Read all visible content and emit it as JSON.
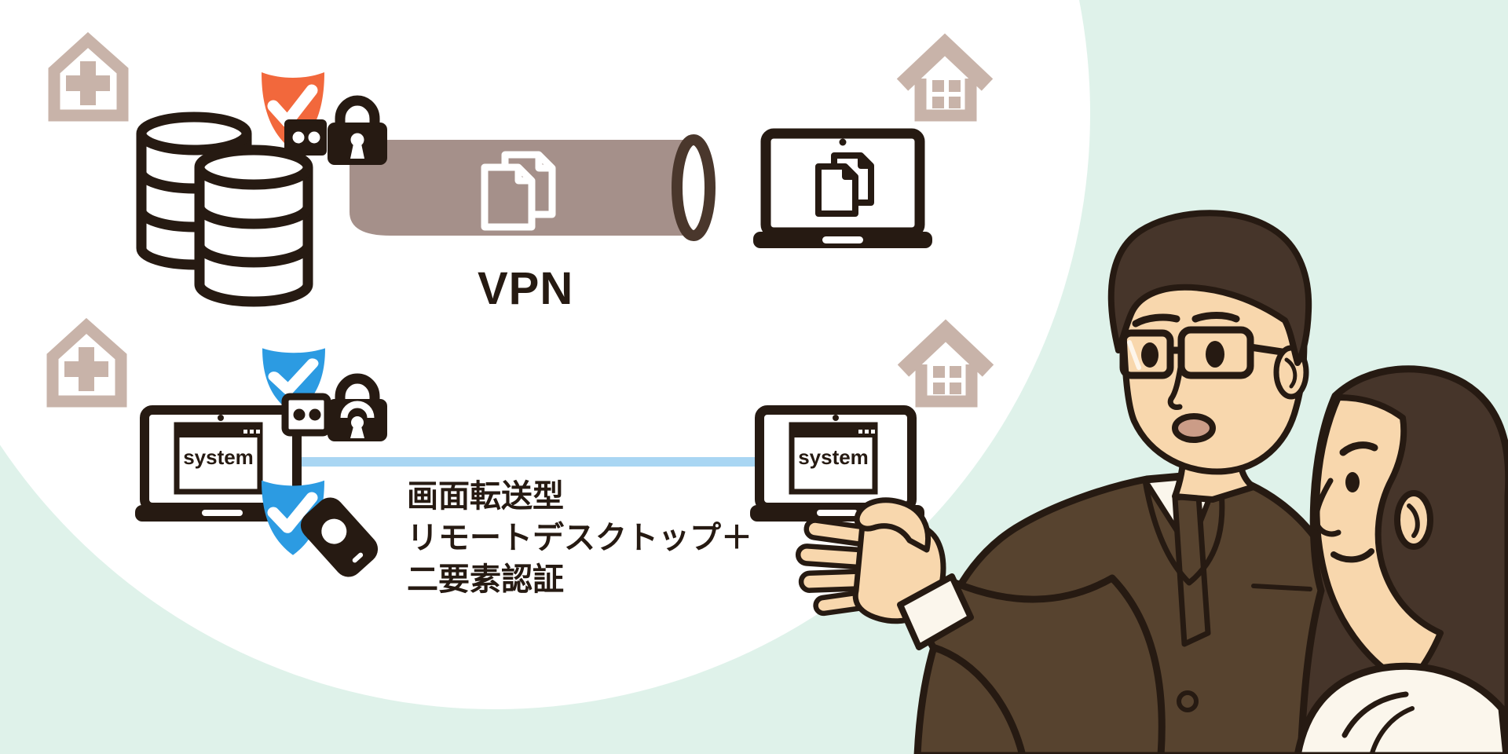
{
  "scene": {
    "vpn": {
      "label": "VPN"
    },
    "laptop_screen_label": "system",
    "caption": {
      "line1": "画面転送型",
      "line2": "リモートデスクトップ＋",
      "line3": "二要素認証"
    }
  },
  "colors": {
    "bg": "#dff2ea",
    "spotlight": "#ffffff",
    "ink": "#261a12",
    "beige": "#c8b3a9",
    "orange": "#f2683c",
    "blue": "#2c9be2",
    "lineblue": "#a9d6f3",
    "tunnel": "#a5908a",
    "tunneldark": "#4a372c",
    "skin": "#f8d7ad",
    "skinshadow": "#cb9c87",
    "hair": "#46352a",
    "suit": "#57432f",
    "shirt": "#fbf6ec"
  }
}
